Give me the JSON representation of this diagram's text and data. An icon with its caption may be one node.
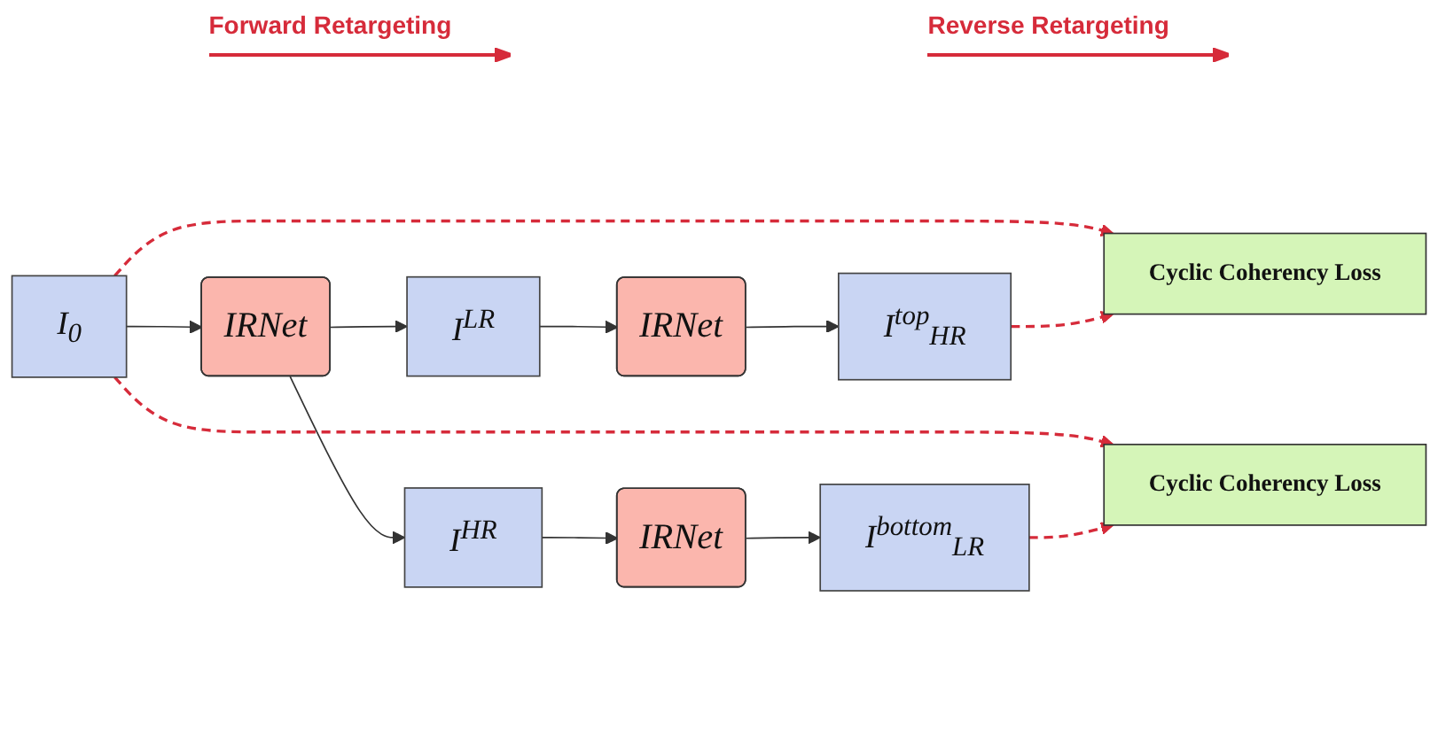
{
  "diagram": {
    "nodes": [
      {
        "text": [
          "Cyclic Coherency Loss"
        ]
      },
      {
        "text": [
          "I$_{0}$"
        ]
      },
      {
        "text": [
          "IRNet"
        ]
      },
      {
        "text": [
          "I$^{LR}$"
        ]
      },
      {
        "text": [
          "I$^{HR}$"
        ]
      },
      {
        "text": [
          "IRNet"
        ]
      },
      {
        "text": [
          "IRNet"
        ]
      },
      {
        "text": [
          "I$^{top}$$_{HR}$"
        ]
      },
      {
        "text": [
          "I$^{bottom}$$_{LR}$"
        ]
      },
      {
        "text": [
          "Cyclic Coherency Loss"
        ]
      }
    ],
    "edges": [
      {
        "from": 1,
        "to": 2,
        "arrow": "to"
      },
      {
        "from": 2,
        "to": 3,
        "arrow": "to"
      },
      {
        "from": 2,
        "to": 4,
        "arrow": "to"
      },
      {
        "from": 3,
        "to": 5,
        "arrow": "to"
      },
      {
        "from": 4,
        "to": 6,
        "arrow": "to"
      },
      {
        "from": 5,
        "to": 7,
        "arrow": "to"
      },
      {
        "from": 6,
        "to": 8,
        "arrow": "to"
      },
      {
        "from": 1,
        "to": 0,
        "arrow": "to",
        "style": "dashed",
        "color": "#d62b3a"
      },
      {
        "from": 1,
        "to": 9,
        "arrow": "to",
        "style": "dashed",
        "color": "#d62b3a"
      },
      {
        "from": 7,
        "to": 0,
        "arrow": "to",
        "style": "dashed",
        "color": "#d62b3a"
      },
      {
        "from": 8,
        "to": 9,
        "arrow": "to",
        "style": "dashed",
        "color": "#d62b3a"
      }
    ],
    "labels": [
      "Forward Retargeting",
      "Reverse Retargeting"
    ]
  }
}
